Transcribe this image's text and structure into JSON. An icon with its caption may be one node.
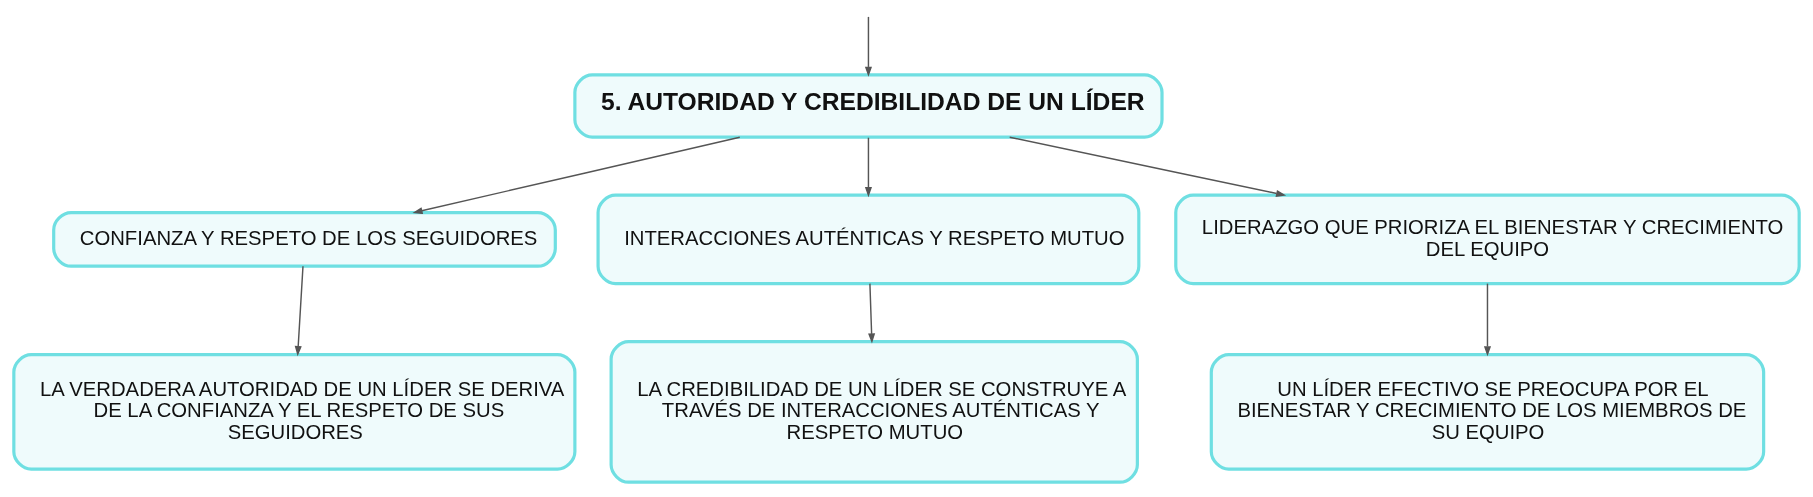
{
  "diagram": {
    "nodes": [
      {
        "text": [
          "5. AUTORIDAD Y CREDIBILIDAD DE UN LÍDER"
        ]
      },
      {
        "text": [
          "CONFIANZA Y RESPETO DE LOS SEGUIDORES"
        ]
      },
      {
        "text": [
          "INTERACCIONES AUTÉNTICAS Y RESPETO MUTUO"
        ]
      },
      {
        "text": [
          "LIDERAZGO QUE PRIORIZA EL BIENESTAR Y CRECIMIENTO DEL EQUIPO"
        ]
      },
      {
        "text": [
          "LA VERDADERA AUTORIDAD DE UN LÍDER SE DERIVA DE LA CONFIANZA Y EL RESPETO DE SUS SEGUIDORES"
        ]
      },
      {
        "text": [
          "LA CREDIBILIDAD DE UN LÍDER SE CONSTRUYE A TRAVÉS DE INTERACCIONES AUTÉNTICAS Y RESPETO MUTUO"
        ]
      },
      {
        "text": [
          "UN LÍDER EFECTIVO SE PREOCUPA POR EL BIENESTAR Y CRECIMIENTO DE LOS MIEMBROS DE SU EQUIPO"
        ]
      }
    ],
    "edges": [
      {
        "from": null,
        "to": 0,
        "arrow": "to"
      },
      {
        "from": 0,
        "to": 1,
        "arrow": "to"
      },
      {
        "from": 0,
        "to": 2,
        "arrow": "to"
      },
      {
        "from": 0,
        "to": 3,
        "arrow": "to"
      },
      {
        "from": 1,
        "to": 4,
        "arrow": "to"
      },
      {
        "from": 2,
        "to": 5,
        "arrow": "to"
      },
      {
        "from": 3,
        "to": 6,
        "arrow": "to"
      }
    ]
  }
}
